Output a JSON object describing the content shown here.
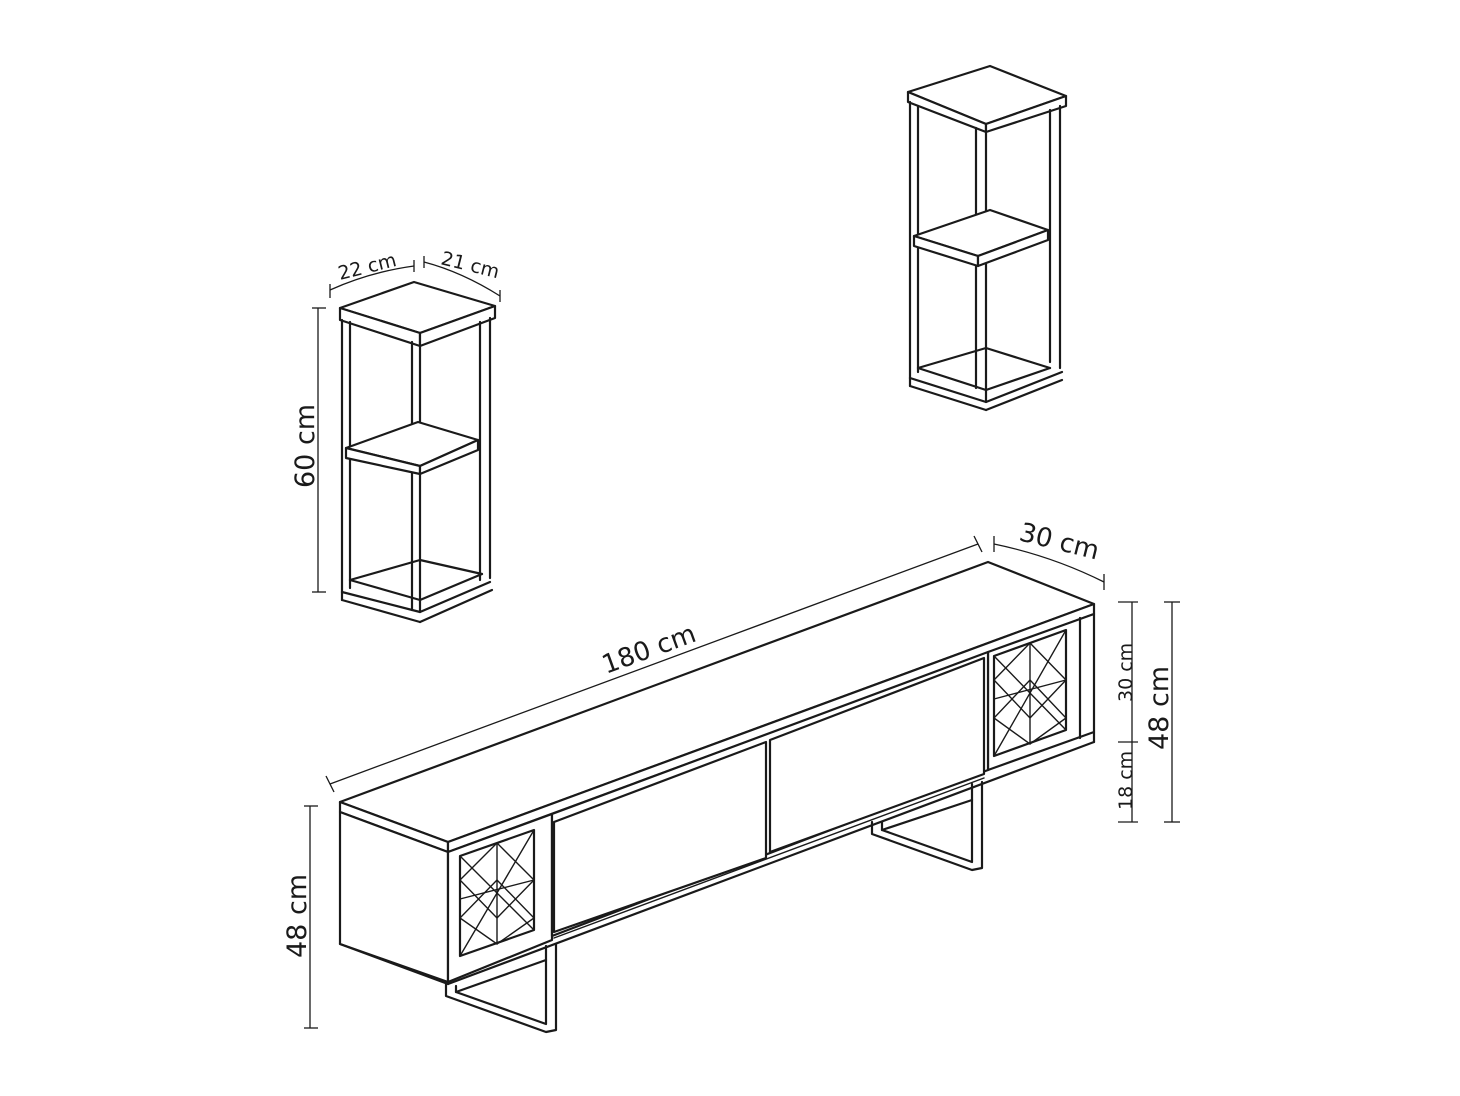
{
  "dimensions": {
    "small_shelf_width": "22 cm",
    "small_shelf_depth": "21 cm",
    "small_shelf_height": "60 cm",
    "tv_unit_width": "180 cm",
    "tv_unit_depth": "30 cm",
    "tv_unit_height_left": "48 cm",
    "tv_unit_body_height": "30 cm",
    "tv_unit_leg_height": "18 cm",
    "tv_unit_height_right": "48 cm"
  },
  "colors": {
    "line": "#1a1a1a",
    "background": "#ffffff"
  }
}
